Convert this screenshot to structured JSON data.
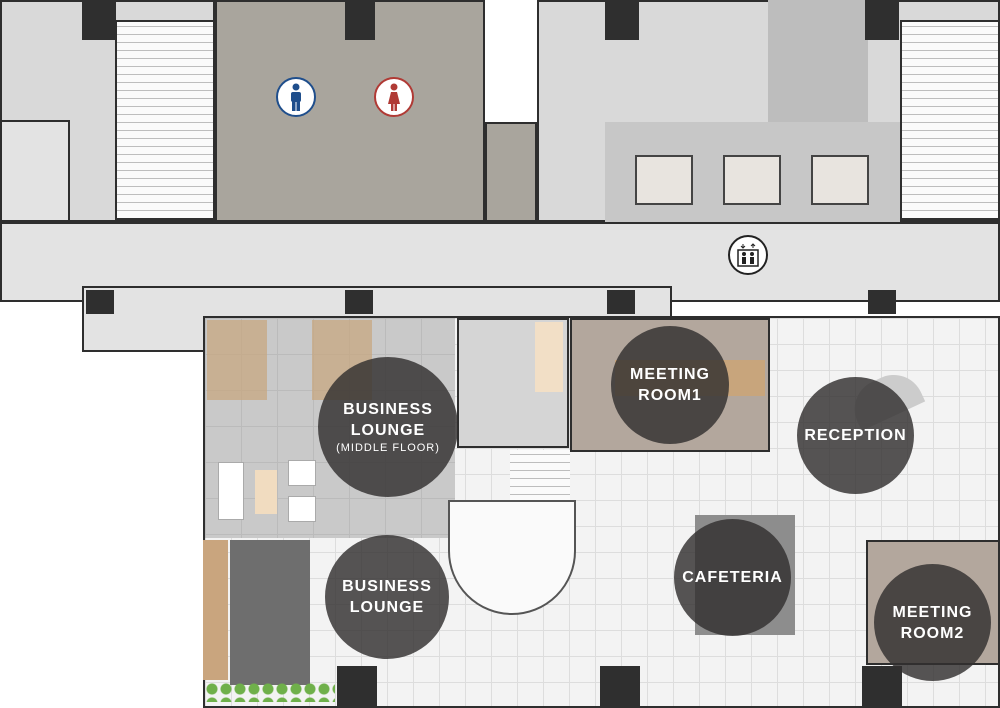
{
  "rooms": {
    "business_lounge_middle": {
      "line1": "BUSINESS",
      "line2": "LOUNGE",
      "sub": "(MIDDLE FLOOR)"
    },
    "meeting_room1": {
      "line1": "MEETING",
      "line2": "ROOM1"
    },
    "reception": {
      "line1": "RECEPTION"
    },
    "cafeteria": {
      "line1": "CAFETERIA"
    },
    "business_lounge": {
      "line1": "BUSINESS",
      "line2": "LOUNGE"
    },
    "meeting_room2": {
      "line1": "MEETING",
      "line2": "ROOM2"
    }
  },
  "icons": {
    "men": "men-restroom-icon",
    "women": "women-restroom-icon",
    "elevator": "elevator-icon"
  },
  "colors": {
    "men": "#1f4e8c",
    "women": "#b03a35",
    "label_circle": "#32302f"
  }
}
